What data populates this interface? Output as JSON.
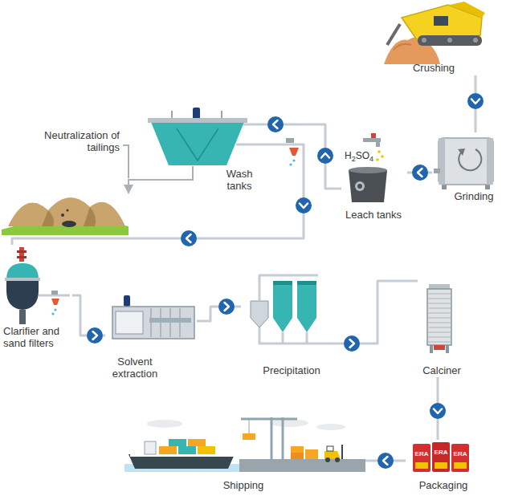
{
  "diagram": {
    "nodes": [
      {
        "text": [
          "Crushing"
        ]
      },
      {
        "text": [
          "Grinding"
        ]
      },
      {
        "text": [
          "Leach tanks"
        ]
      },
      {
        "text": [
          "Wash tanks"
        ]
      },
      {
        "text": [
          "Clarifier and sand filters"
        ]
      },
      {
        "text": [
          "Solvent extraction"
        ]
      },
      {
        "text": [
          "Precipitation"
        ]
      },
      {
        "text": [
          "Calciner"
        ]
      },
      {
        "text": [
          "Packaging"
        ]
      },
      {
        "text": [
          "Shipping"
        ]
      }
    ],
    "edges": [
      {
        "from": 0,
        "to": 1,
        "arrow": "to"
      },
      {
        "from": 1,
        "to": 2,
        "arrow": "to"
      },
      {
        "from": 2,
        "to": 3,
        "arrow": "to"
      },
      {
        "from": 3,
        "to": 4,
        "arrow": "to"
      },
      {
        "from": 4,
        "to": 5,
        "arrow": "to"
      },
      {
        "from": 5,
        "to": 6,
        "arrow": "to"
      },
      {
        "from": 6,
        "to": 7,
        "arrow": "to"
      },
      {
        "from": 7,
        "to": 8,
        "arrow": "to"
      },
      {
        "from": 8,
        "to": 9,
        "arrow": "to"
      }
    ],
    "labels": [
      "H2SO4",
      "Neutralization of tailings",
      "ERA",
      "ERA",
      "ERA"
    ]
  }
}
